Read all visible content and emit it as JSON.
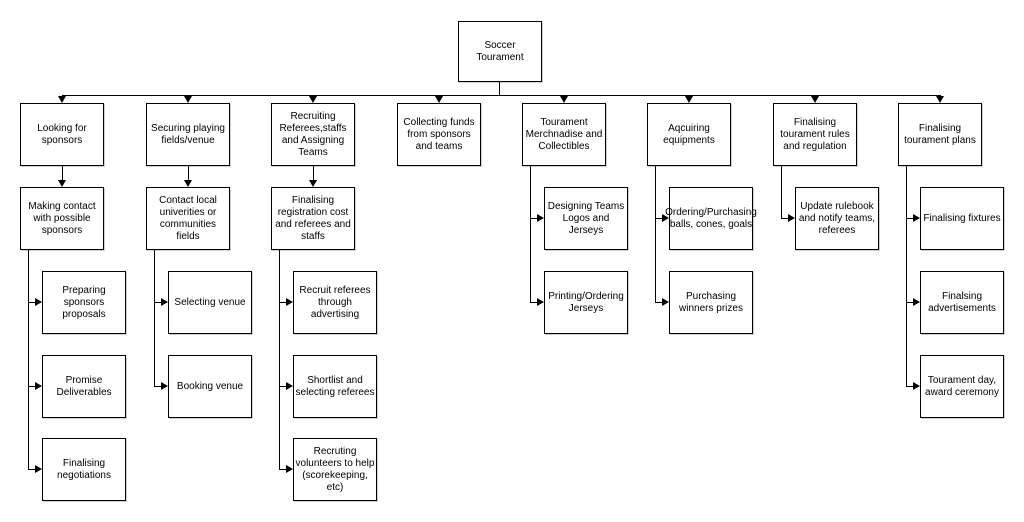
{
  "diagram": {
    "root": "Soccer Tourament",
    "columns": [
      {
        "header": "Looking for sponsors",
        "child": "Making contact with possible sponsors",
        "subs": [
          "Preparing sponsors proposals",
          "Promise Deliverables",
          "Finalising negotiations"
        ]
      },
      {
        "header": "Securing playing fields/venue",
        "child": "Contact local univerities or communities fields",
        "subs": [
          "Selecting venue",
          "Booking venue"
        ]
      },
      {
        "header": "Recruiting Referees,staffs and Assigning Teams",
        "child": "Finalising registration cost and referees and staffs",
        "subs": [
          "Recruit referees through advertising",
          "Shortlist and selecting referees",
          "Recruting volunteers to help (scorekeeping, etc)"
        ]
      },
      {
        "header": "Collecting funds from sponsors and teams"
      },
      {
        "header": "Tourament Merchnadise and Collectibles",
        "subs": [
          "Designing Teams Logos and Jerseys",
          "Printing/Ordering Jerseys"
        ]
      },
      {
        "header": "Aqcuiring equipments",
        "subs": [
          "Ordering/Purchasing balls, cones, goals",
          "Purchasing winners prizes"
        ]
      },
      {
        "header": "Finalising tourament rules and regulation",
        "subs": [
          "Update rulebook and notify teams, referees"
        ]
      },
      {
        "header": "Finalising tourament plans",
        "subs": [
          "Finalising fixtures",
          "Finalsing advertisements",
          "Tourament day, award ceremony"
        ]
      }
    ]
  },
  "colors": {
    "background": "#ffffff",
    "box_fill": "#ffffff",
    "box_border": "#000000",
    "line": "#000000",
    "text": "#000000"
  }
}
